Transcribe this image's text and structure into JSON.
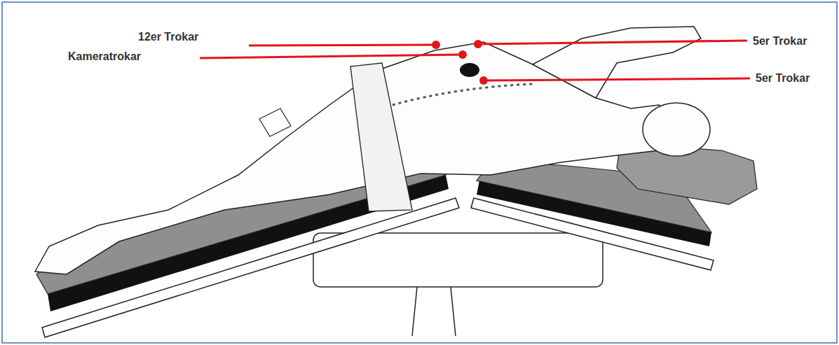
{
  "diagram": {
    "labels": [
      "12er Trokar",
      "Kameratrokar",
      "5er Trokar",
      "5er Trokar"
    ]
  }
}
